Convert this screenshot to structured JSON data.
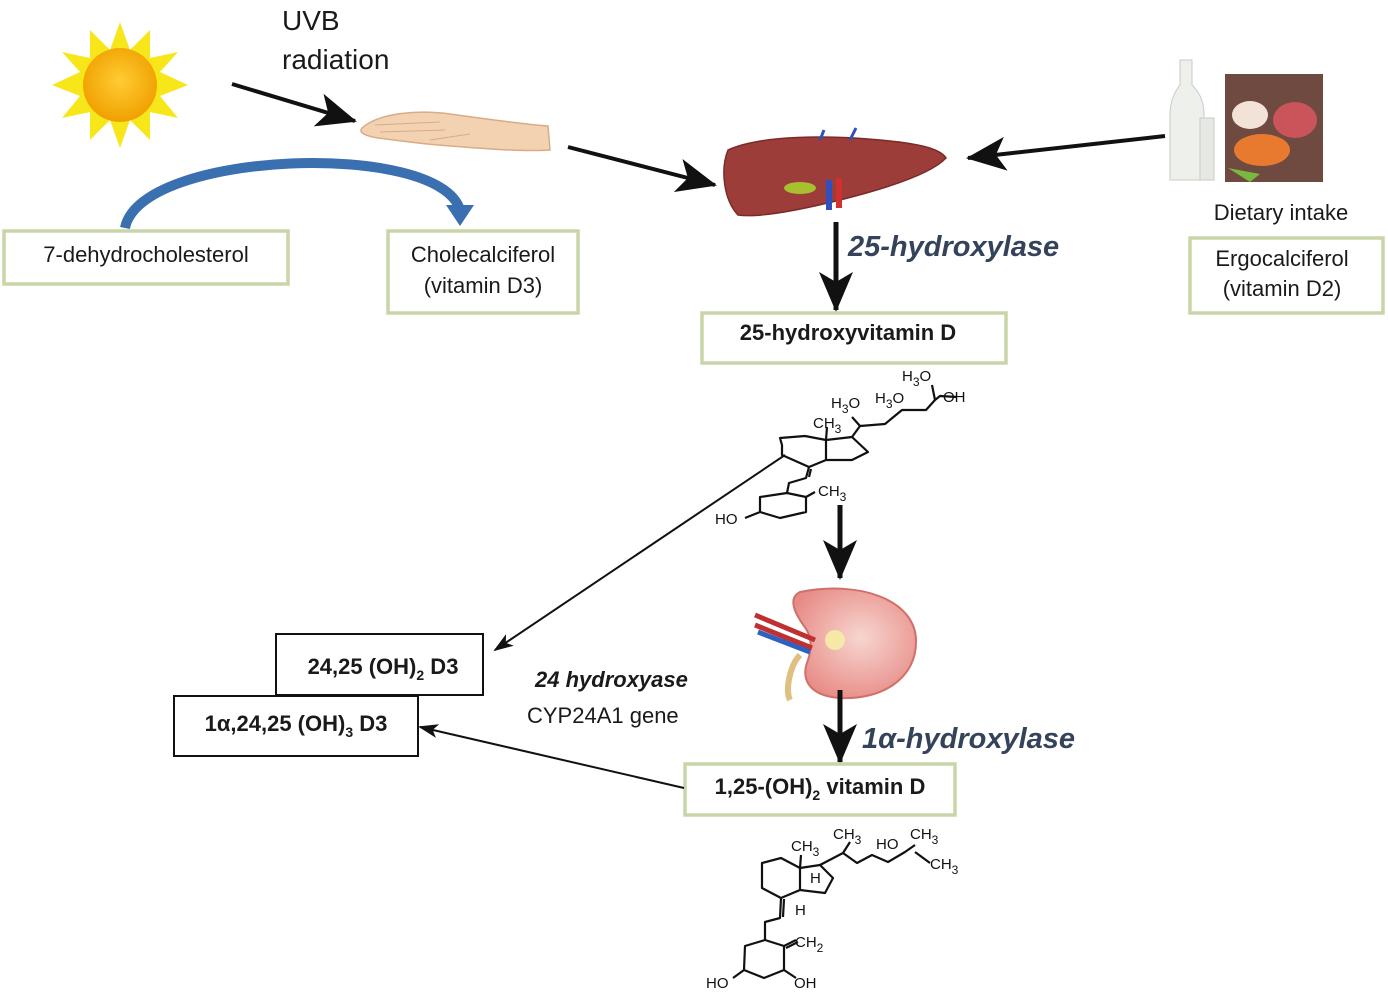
{
  "source": {
    "uvb_line1": "UVB",
    "uvb_line2": "radiation",
    "dietary_intake": "Dietary intake"
  },
  "precursors": {
    "dehydrocholesterol": "7-dehydrocholesterol",
    "cholecalciferol_line1": "Cholecalciferol",
    "cholecalciferol_line2": "(vitamin D3)",
    "ergocalciferol_line1": "Ergocalciferol",
    "ergocalciferol_line2": "(vitamin D2)"
  },
  "enzymes": {
    "liver": "25-hydroxylase",
    "kidney": "1α-hydroxylase",
    "catabolic_name": "24 hydroxyase",
    "catabolic_gene": "CYP24A1 gene"
  },
  "metabolites": {
    "calcidiol": "25-hydroxyvitamin D",
    "calcitriol": {
      "pre": "1,25-(OH)",
      "sub": "2",
      "post": " vitamin D"
    },
    "d24_25": {
      "pre": "24,25 (OH)",
      "sub": "2",
      "post": " D3"
    },
    "d1_24_25": {
      "pre": "1α,24,25 (OH)",
      "sub": "3",
      "post": " D3"
    }
  },
  "structure1": {
    "h3o_a": "H",
    "h3o_b": "H",
    "h3o_c": "H",
    "sub3": "3",
    "o": "O",
    "oh": "OH",
    "ch": "CH",
    "ho": "HO"
  },
  "structure2": {
    "ch": "CH",
    "sub3": "3",
    "sub2": "2",
    "h": "H",
    "ho": "HO",
    "oh": "OH"
  },
  "colors": {
    "green_box": "#c8d5a8",
    "enzyme_text": "#34435a",
    "curved_arrow": "#3a6fb0"
  }
}
